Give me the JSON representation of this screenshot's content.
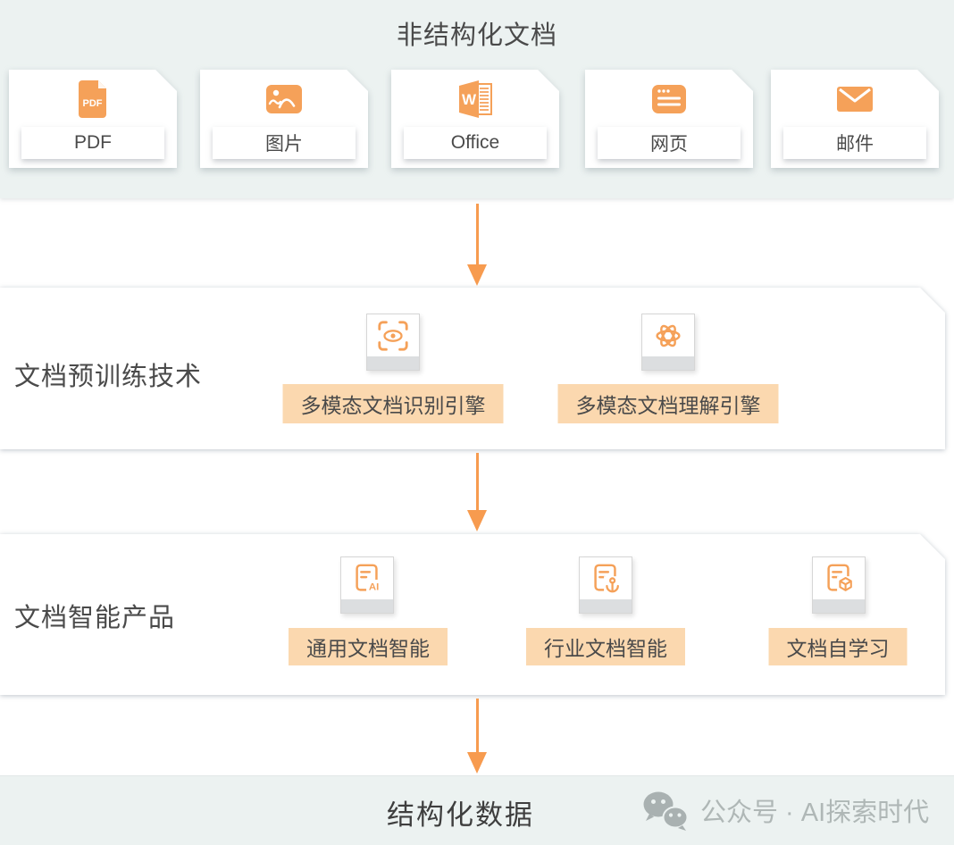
{
  "colors": {
    "orange": "#F5A159",
    "peach": "#FBD8AF",
    "band_bg": "#ECF2F1",
    "text_dark": "#4A4A4A",
    "watermark_gray": "#AFB7B6",
    "arrow_orange": "#F79B4F"
  },
  "top_band": {
    "title": "非结构化文档",
    "cards": [
      {
        "label": "PDF",
        "icon": "pdf-file-icon"
      },
      {
        "label": "图片",
        "icon": "image-icon"
      },
      {
        "label": "Office",
        "icon": "office-word-icon"
      },
      {
        "label": "网页",
        "icon": "webpage-icon"
      },
      {
        "label": "邮件",
        "icon": "mail-icon"
      }
    ]
  },
  "sections": [
    {
      "title": "文档预训练技术",
      "items": [
        {
          "label": "多模态文档识别引擎",
          "icon": "ocr-scan-eye-icon"
        },
        {
          "label": "多模态文档理解引擎",
          "icon": "neural-atom-icon"
        }
      ]
    },
    {
      "title": "文档智能产品",
      "items": [
        {
          "label": "通用文档智能",
          "icon": "ai-document-icon"
        },
        {
          "label": "行业文档智能",
          "icon": "anchor-document-icon"
        },
        {
          "label": "文档自学习",
          "icon": "cube-document-icon"
        }
      ]
    }
  ],
  "bottom_band": {
    "title": "结构化数据",
    "watermark_text": "公众号 · AI探索时代",
    "watermark_icon": "wechat-icon"
  }
}
